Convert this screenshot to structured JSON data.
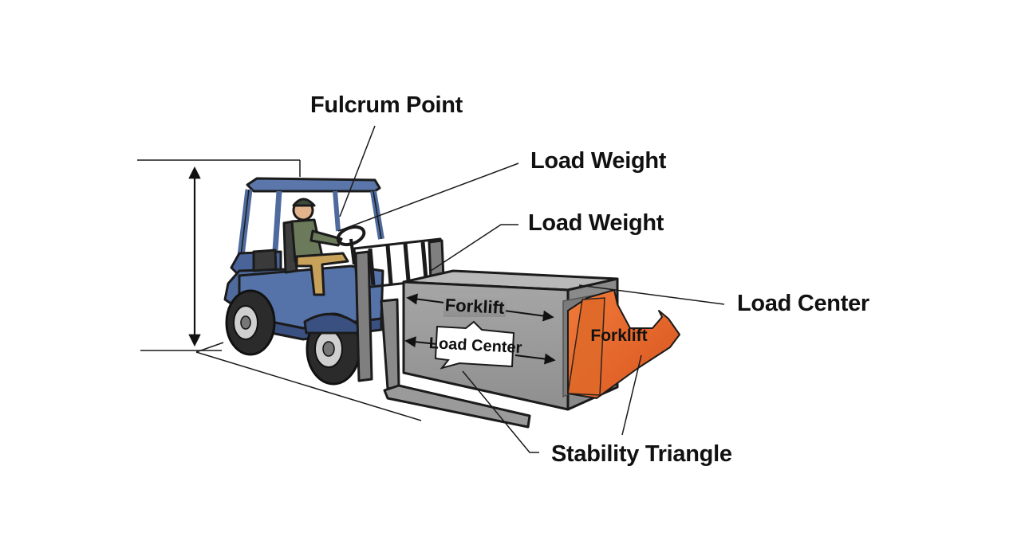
{
  "diagram": {
    "labels": {
      "fulcrum_point": "Fulcrum Point",
      "load_weight_top": "Load Weight",
      "load_weight_mid": "Load Weight",
      "load_center_right": "Load Center",
      "stability_triangle": "Stability Triangle",
      "forklift_on_box": "Forklift",
      "load_center_on_box": "Load Center",
      "forklift_on_triangle": "Forklift"
    },
    "colors": {
      "forklift_body": "#4f6b9e",
      "forklift_body_dark": "#3a5080",
      "load_box": "#9c9c9c",
      "load_box_top": "#b9b9b9",
      "load_box_side": "#8a8a8a",
      "triangle_orange": "#e8692f",
      "operator_shirt": "#6b7a5a",
      "operator_pants": "#c8a25a",
      "tire": "#2b2b2b"
    }
  }
}
